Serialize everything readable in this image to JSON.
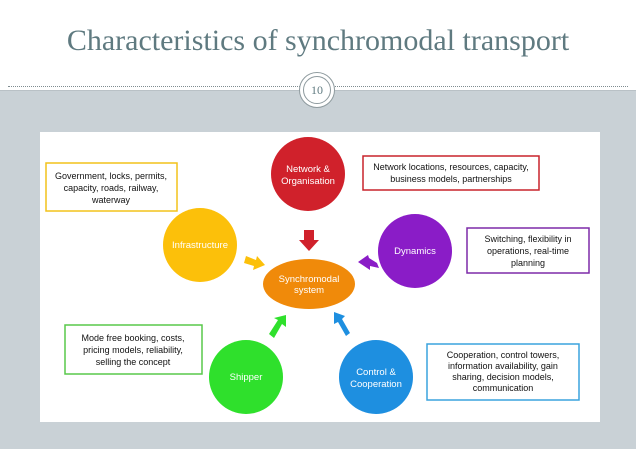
{
  "slide": {
    "title": "Characteristics of synchromodal transport",
    "page_number": "10"
  },
  "diagram": {
    "center": {
      "lines": [
        "Synchromodal",
        "system"
      ],
      "color": "#f08a0a"
    },
    "nodes": [
      {
        "id": "network",
        "lines": [
          "Network &",
          "Organisation"
        ],
        "color": "#d0212b"
      },
      {
        "id": "dynamics",
        "lines": [
          "Dynamics"
        ],
        "color": "#8a1cc7"
      },
      {
        "id": "control",
        "lines": [
          "Control &",
          "Cooperation"
        ],
        "color": "#1e8fe0"
      },
      {
        "id": "shipper",
        "lines": [
          "Shipper"
        ],
        "color": "#2fe02c"
      },
      {
        "id": "infrastructure",
        "lines": [
          "Infrastructure"
        ],
        "color": "#fcc00a"
      }
    ],
    "notes": [
      {
        "id": "infrastructure-note",
        "lines": [
          "Government, locks, permits,",
          "capacity, roads, railway,",
          "waterway"
        ],
        "border": "#f2c21a"
      },
      {
        "id": "network-note",
        "lines": [
          "Network locations, resources, capacity,",
          "business models, partnerships"
        ],
        "border": "#c8232c"
      },
      {
        "id": "dynamics-note",
        "lines": [
          "Switching, flexibility in",
          "operations, real-time",
          "planning"
        ],
        "border": "#7d2aa8"
      },
      {
        "id": "shipper-note",
        "lines": [
          "Mode free booking, costs,",
          "pricing models, reliability,",
          "selling the concept"
        ],
        "border": "#59c84a"
      },
      {
        "id": "control-note",
        "lines": [
          "Cooperation, control towers,",
          "information availability, gain",
          "sharing, decision models,",
          "communication"
        ],
        "border": "#3aa3dd"
      }
    ]
  }
}
